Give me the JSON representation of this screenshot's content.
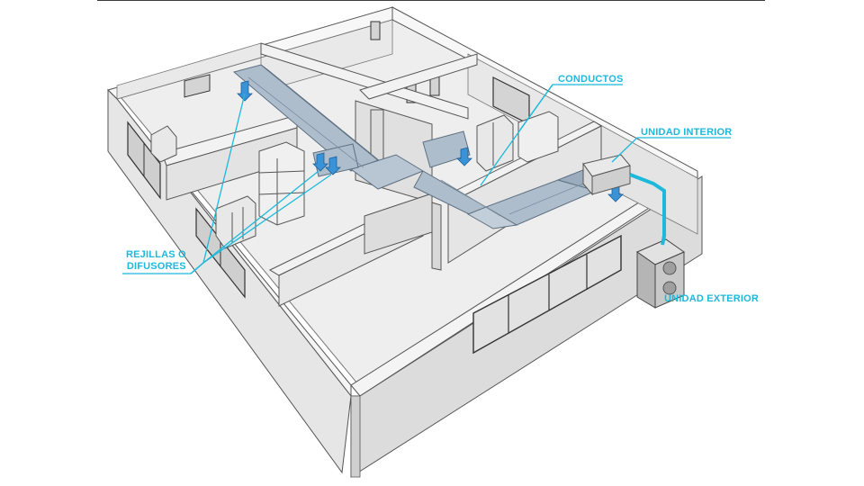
{
  "labels": {
    "conductos": "CONDUCTOS",
    "unidad_interior": "UNIDAD INTERIOR",
    "unidad_exterior": "UNIDAD EXTERIOR",
    "rejillas_line1": "REJILLAS O",
    "rejillas_line2": "DIFUSORES"
  },
  "colors": {
    "accent": "#1cb9dc",
    "wall_top": "#f4f4f4",
    "wall_side": "#dedede",
    "floor": "#eeeeee",
    "duct": "#a9b8c6",
    "outline": "#555555"
  }
}
